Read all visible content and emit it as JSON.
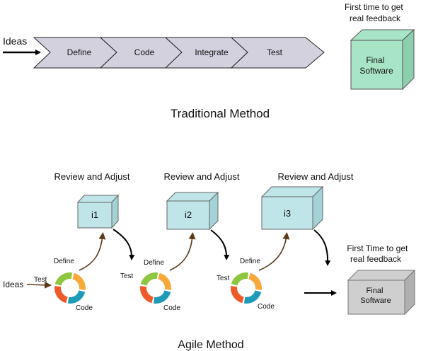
{
  "colors": {
    "chevron_fill": "#d3d1de",
    "final_traditional_front": "#a8e4c6",
    "final_traditional_side": "#8ccfae",
    "iteration_front": "#bfe5e8",
    "iteration_side": "#a4d3d7",
    "final_agile_front": "#cfcfcf",
    "final_agile_side": "#b0b0b0",
    "cycle_green": "#8dc63f",
    "cycle_orange": "#f7a93b",
    "cycle_teal": "#1e9bb6",
    "cycle_red": "#ee5a2a",
    "curved_arrow": "#5a3a1a"
  },
  "traditional": {
    "input_label": "Ideas",
    "stages": [
      "Define",
      "Code",
      "Integrate",
      "Test"
    ],
    "feedback_label": [
      "First time to get",
      "real feedback"
    ],
    "final_label": [
      "Final",
      "Software"
    ],
    "caption": "Traditional Method"
  },
  "agile": {
    "input_label": "Ideas",
    "iterations": [
      {
        "review_label": "Review and Adjust",
        "box_label": "i1"
      },
      {
        "review_label": "Review and Adjust",
        "box_label": "i2"
      },
      {
        "review_label": "Review and Adjust",
        "box_label": "i3"
      }
    ],
    "cycle_labels": {
      "define": "Define",
      "test": "Test",
      "code": "Code"
    },
    "feedback_label": [
      "First Time to get",
      "real feedback"
    ],
    "final_label": [
      "Final",
      "Software"
    ],
    "caption": "Agile Method"
  }
}
